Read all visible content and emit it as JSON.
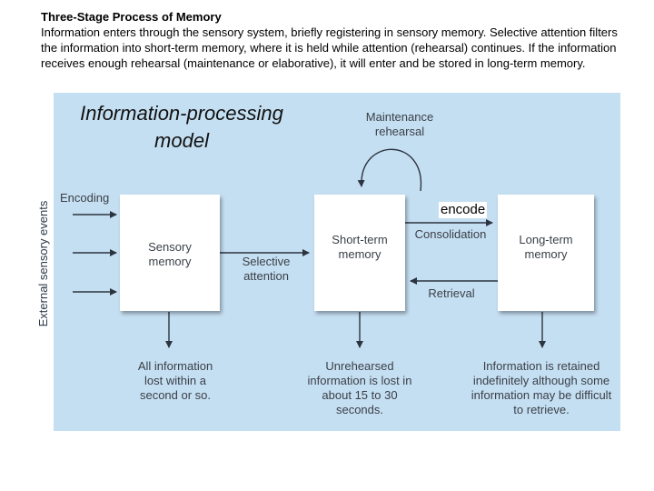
{
  "caption": {
    "title": "Three-Stage Process of Memory",
    "body": "Information enters through the sensory system, briefly registering in sensory memory. Selective attention filters the information into short-term memory, where it is held while attention (rehearsal) continues. If the information receives enough rehearsal (maintenance or elaborative), it will enter and be stored in long-term memory."
  },
  "diagram": {
    "title": "Information-processing model",
    "side_label": "External sensory events",
    "encoding_label": "Encoding",
    "boxes": {
      "sensory": "Sensory memory",
      "short_term": "Short-term memory",
      "long_term": "Long-term memory"
    },
    "arrows": {
      "selective_attention": "Selective attention",
      "maintenance_rehearsal": "Maintenance rehearsal",
      "encode": "encode",
      "consolidation": "Consolidation",
      "retrieval": "Retrieval"
    },
    "outcomes": {
      "sensory": "All information lost within a second or so.",
      "short_term": "Unrehearsed information is lost in about 15 to 30 seconds.",
      "long_term": "Information is retained indefinitely although some information may be difficult to retrieve."
    },
    "colors": {
      "panel_background": "#c5dff2",
      "arrow": "#2c3440",
      "box": "#ffffff"
    }
  }
}
